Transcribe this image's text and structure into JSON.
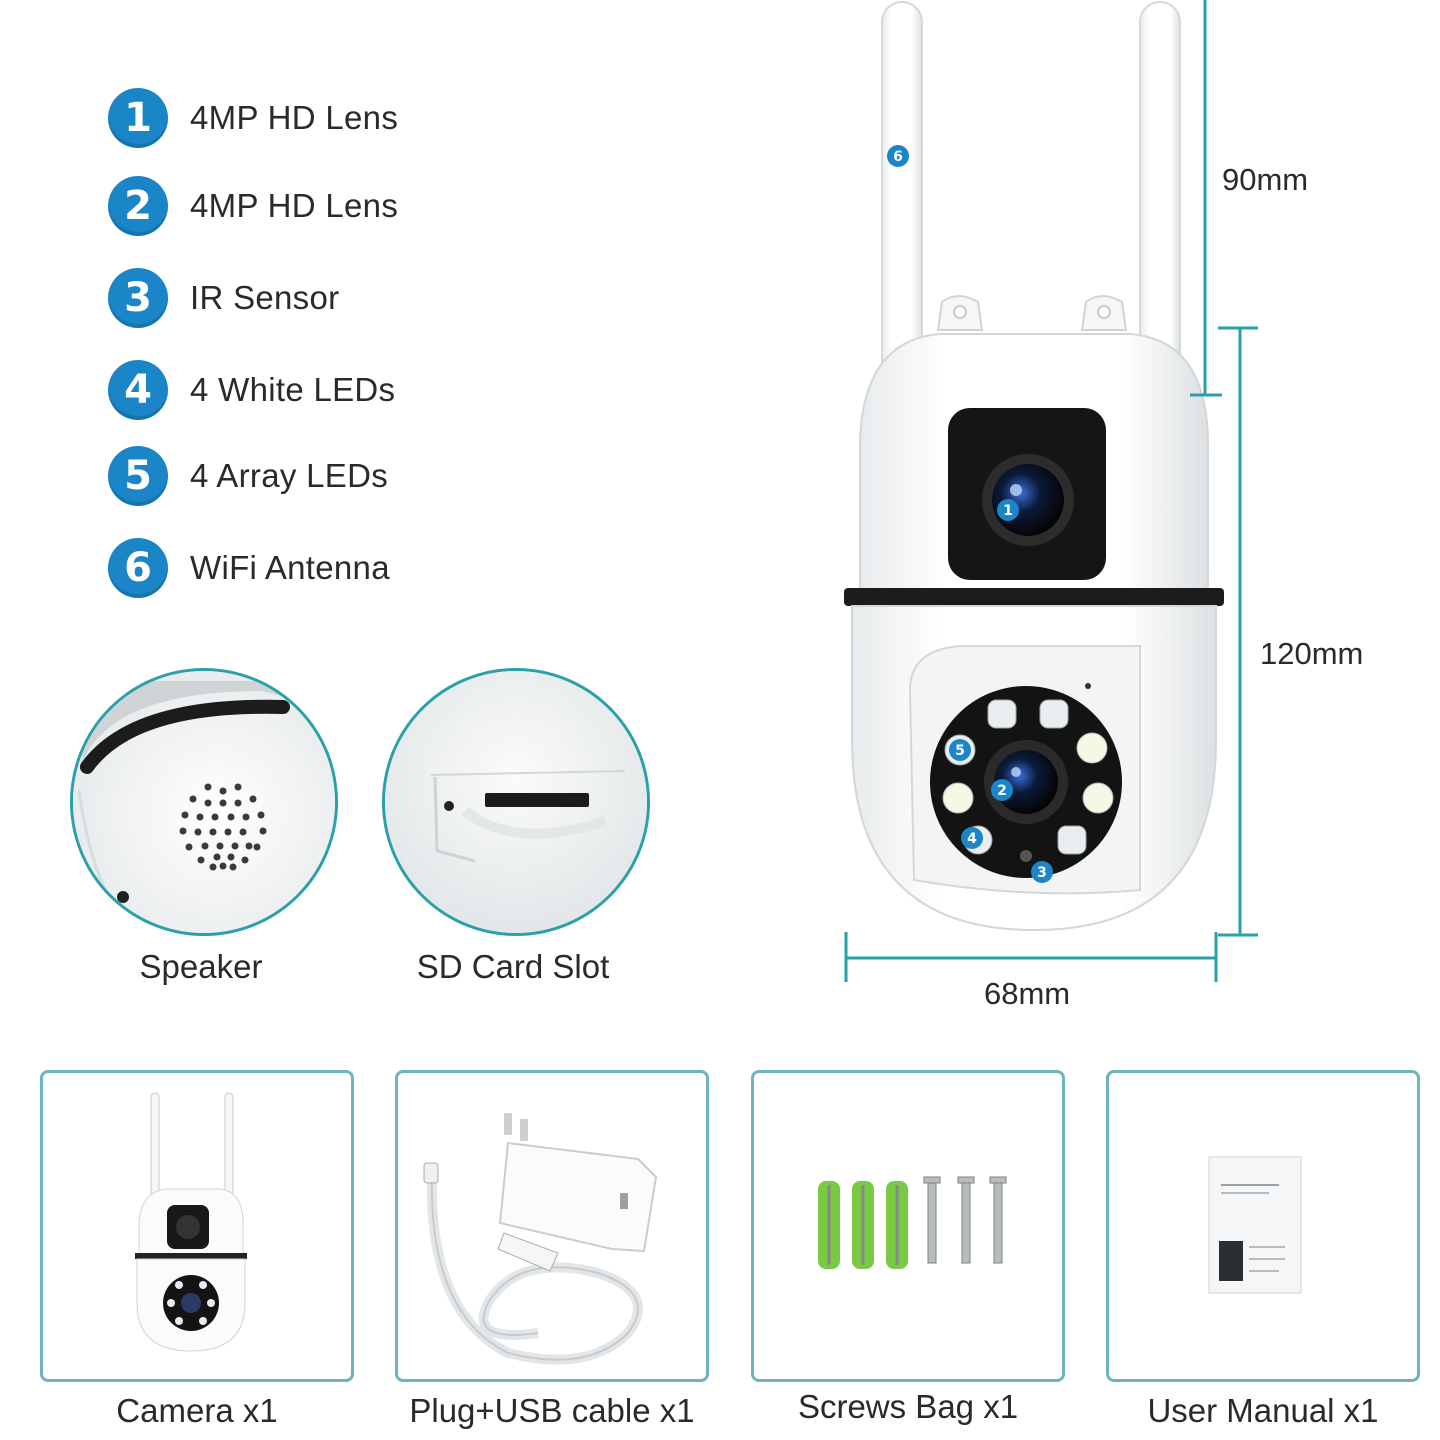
{
  "features": [
    {
      "num": "1",
      "label": "4MP HD Lens"
    },
    {
      "num": "2",
      "label": "4MP HD Lens"
    },
    {
      "num": "3",
      "label": "IR Sensor"
    },
    {
      "num": "4",
      "label": "4 White LEDs"
    },
    {
      "num": "5",
      "label": "4 Array LEDs"
    },
    {
      "num": "6",
      "label": "WiFi Antenna"
    }
  ],
  "details": {
    "speaker": "Speaker",
    "sd_card": "SD Card Slot"
  },
  "dimensions": {
    "antenna": "90mm",
    "height": "120mm",
    "width": "68mm"
  },
  "camera_markers": {
    "lens1": "1",
    "lens2": "2",
    "ir": "3",
    "white_led": "4",
    "array_led": "5",
    "antenna": "6"
  },
  "package": [
    {
      "label": "Camera x1"
    },
    {
      "label": "Plug+USB cable x1"
    },
    {
      "label": "Screws Bag x1"
    },
    {
      "label": "User Manual x1"
    }
  ],
  "colors": {
    "badge": "#1a86c8",
    "accent_line": "#2aa0a8",
    "anchor_green": "#7ac943"
  }
}
